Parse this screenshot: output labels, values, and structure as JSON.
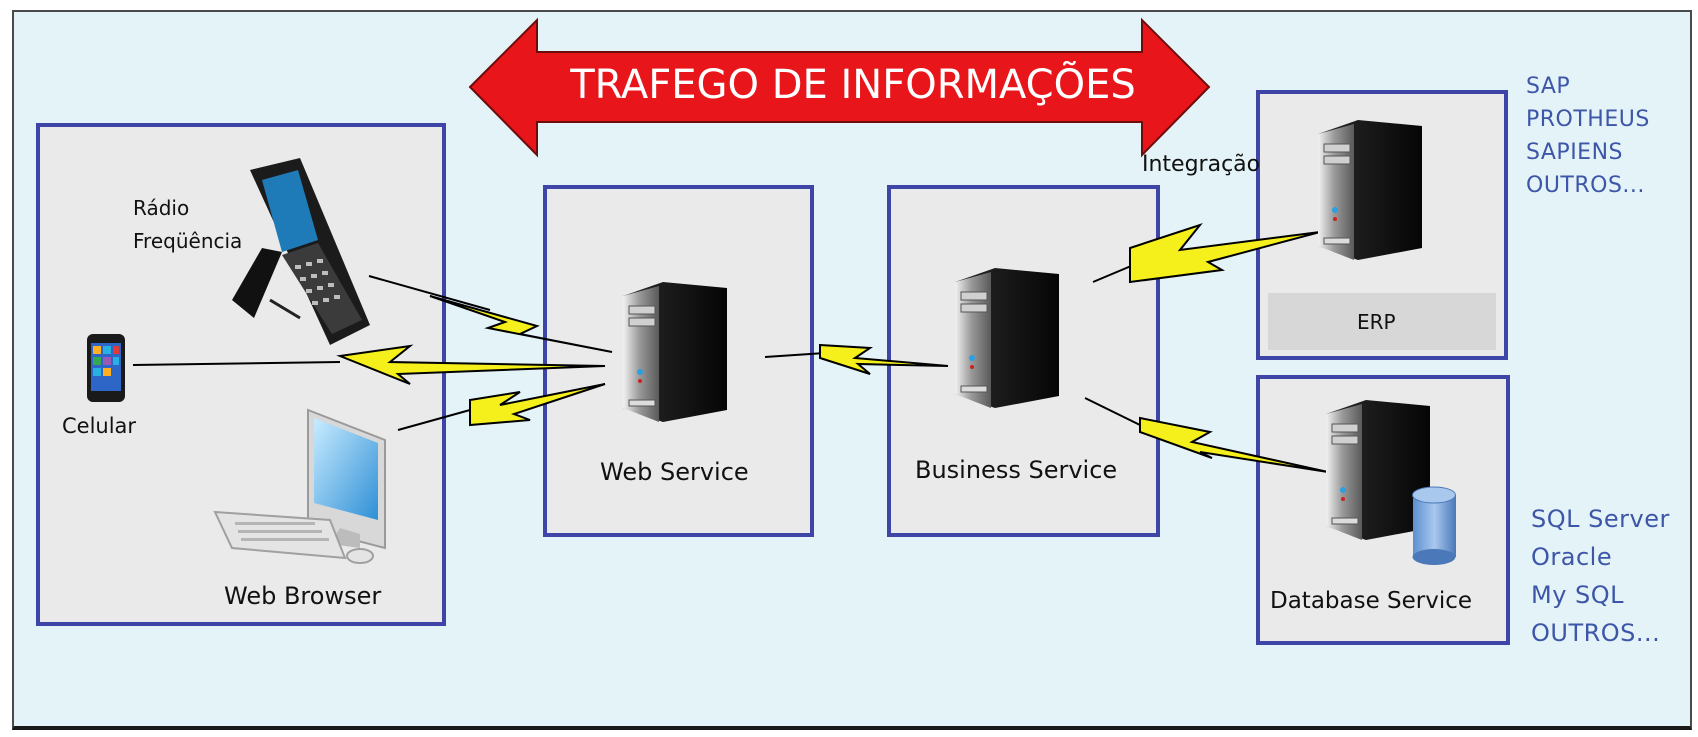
{
  "banner": {
    "title": "TRAFEGO DE INFORMAÇÕES",
    "arrow_color": "#e8161a"
  },
  "clients": {
    "radio_label": "Rádio\nFreqüência",
    "phone_label": "Celular",
    "browser_label": "Web Browser"
  },
  "nodes": {
    "web_service": "Web Service",
    "business_service": "Business Service",
    "erp": "ERP",
    "database_service": "Database Service",
    "integration": "Integração"
  },
  "erp_systems": [
    "SAP",
    "PROTHEUS",
    "SAPIENS",
    "OUTROS..."
  ],
  "databases": [
    "SQL Server",
    "Oracle",
    "My SQL",
    "OUTROS..."
  ],
  "colors": {
    "box_border": "#3f45a6",
    "bolt": "#f5ef1c",
    "list_text": "#3d56a8",
    "background": "#e4f3f8"
  }
}
